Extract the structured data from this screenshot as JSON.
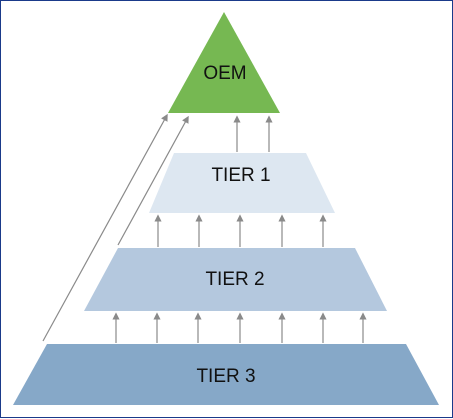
{
  "diagram": {
    "levels": [
      {
        "id": "oem",
        "label": "OEM",
        "color": "#76b852"
      },
      {
        "id": "tier1",
        "label": "TIER 1",
        "color": "#dde7f1"
      },
      {
        "id": "tier2",
        "label": "TIER 2",
        "color": "#b4c8de"
      },
      {
        "id": "tier3",
        "label": "TIER 3",
        "color": "#86a8c8"
      }
    ],
    "arrow_color": "#8a8a8a",
    "frame_color": "#1a3a8a"
  }
}
